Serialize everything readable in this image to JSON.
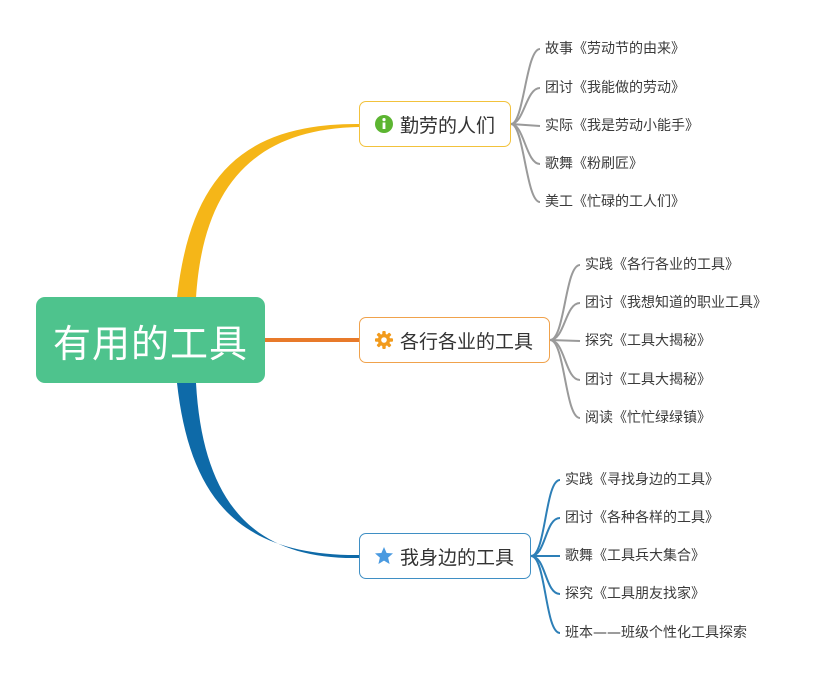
{
  "root": {
    "title": "有用的工具"
  },
  "branches": [
    {
      "label": "勤劳的人们",
      "icon": "info-icon",
      "color": "#f5b618",
      "items": [
        "故事《劳动节的由来》",
        "团讨《我能做的劳动》",
        "实际《我是劳动小能手》",
        "歌舞《粉刷匠》",
        "美工《忙碌的工人们》"
      ]
    },
    {
      "label": "各行各业的工具",
      "icon": "gear-icon",
      "color": "#e87a2a",
      "items": [
        "实践《各行各业的工具》",
        "团讨《我想知道的职业工具》",
        "探究《工具大揭秘》",
        "团讨《工具大揭秘》",
        "阅读《忙忙绿绿镇》"
      ]
    },
    {
      "label": "我身边的工具",
      "icon": "star-icon",
      "color": "#0e6aa8",
      "items": [
        "实践《寻找身边的工具》",
        "团讨《各种各样的工具》",
        "歌舞《工具兵大集合》",
        "探究《工具朋友找家》",
        "班本——班级个性化工具探索"
      ]
    }
  ],
  "colors": {
    "root": "#4ec38d",
    "leaf_line_1": "#9a9a9a",
    "leaf_line_2": "#9a9a9a",
    "leaf_line_3": "#2d7fb7"
  }
}
